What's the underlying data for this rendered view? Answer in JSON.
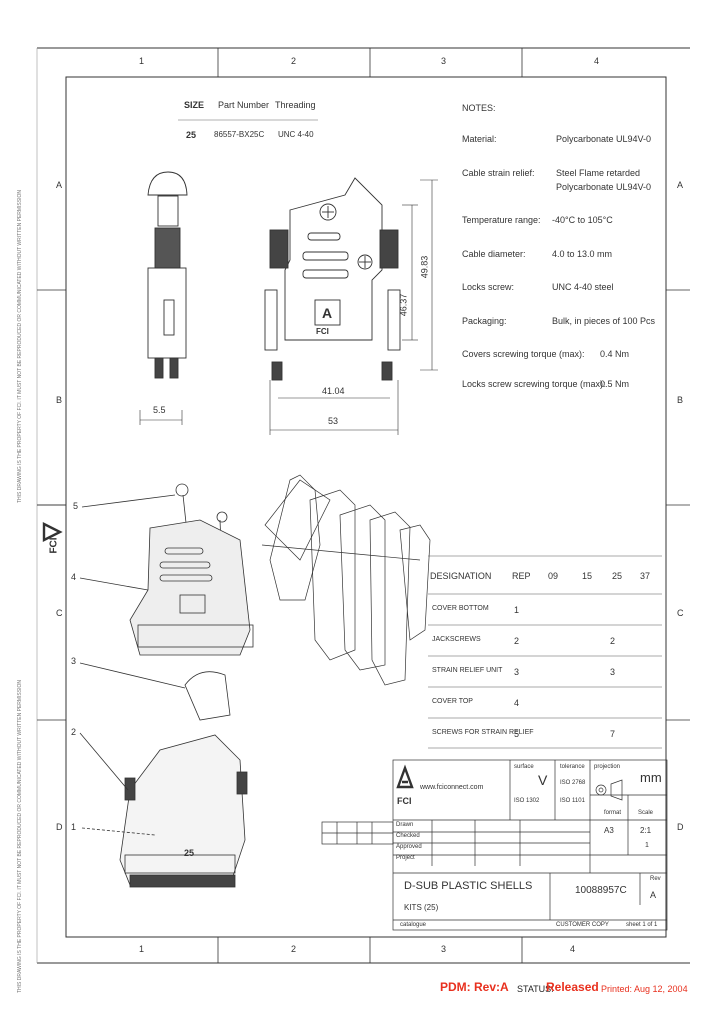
{
  "frame": {
    "columns_top": [
      "1",
      "2",
      "3",
      "4"
    ],
    "columns_bottom": [
      "1",
      "2",
      "3",
      "4"
    ],
    "rows_left": [
      "A",
      "B",
      "C",
      "D"
    ],
    "rows_right": [
      "A",
      "B",
      "C",
      "D"
    ]
  },
  "size_table": {
    "headers": [
      "SIZE",
      "Part Number",
      "Threading"
    ],
    "row": [
      "25",
      "86557-BX25C",
      "UNC 4-40"
    ]
  },
  "notes": {
    "title": "NOTES:",
    "items": [
      {
        "label": "Material:",
        "value": "Polycarbonate UL94V-0"
      },
      {
        "label": "Cable strain relief:",
        "value": "Steel Flame retarded"
      },
      {
        "label": "",
        "value": "Polycarbonate UL94V-0"
      },
      {
        "label": "Temperature range:",
        "value": "-40°C to 105°C"
      },
      {
        "label": "Cable diameter:",
        "value": "4.0 to 13.0 mm"
      },
      {
        "label": "Locks screw:",
        "value": "UNC 4-40 steel"
      },
      {
        "label": "Packaging:",
        "value": "Bulk, in pieces of 100 Pcs"
      },
      {
        "label": "Covers screwing torque (max):",
        "value": "0.4 Nm"
      },
      {
        "label": "Locks screw screwing torque (max):",
        "value": "0.5 Nm"
      }
    ]
  },
  "dimensions": {
    "d_55": "5.5",
    "d_4104": "41.04",
    "d_53": "53",
    "d_4637": "46.37",
    "d_4983": "49.83"
  },
  "logo": {
    "letter": "A",
    "name": "FCI"
  },
  "bom": {
    "headers": [
      "DESIGNATION",
      "REP",
      "09",
      "15",
      "25",
      "37"
    ],
    "rows": [
      [
        "COVER BOTTOM",
        "1",
        "",
        "",
        ""
      ],
      [
        "JACKSCREWS",
        "2",
        "",
        "2",
        ""
      ],
      [
        "STRAIN RELIEF UNIT",
        "3",
        "",
        "3",
        ""
      ],
      [
        "COVER TOP",
        "4",
        "",
        "",
        ""
      ],
      [
        "SCREWS FOR STRAIN RELIEF",
        "5",
        "",
        "7",
        ""
      ]
    ]
  },
  "balloons": [
    "5",
    "4",
    "3",
    "2",
    "1"
  ],
  "part_mark": "25",
  "title_block": {
    "website": "www.fciconnect.com",
    "surface_label": "surface",
    "tolerance_label": "tolerance",
    "projection_label": "projection",
    "unit": "mm",
    "format_label": "format",
    "format": "A3",
    "scale_label": "Scale",
    "scale": "2:1",
    "sheet": "1",
    "tol_values": [
      "ISO 1302",
      "ISO 2768",
      "ISO 1101"
    ],
    "surface_mark": "V",
    "roles": [
      "Drawn",
      "Checked",
      "Approved",
      "Project"
    ],
    "title": "D-SUB PLASTIC SHELLS",
    "subtitle": "KITS (25)",
    "doc_number": "10088957C",
    "rev_label": "Rev",
    "rev": "A",
    "catalogue": "catalogue",
    "customer_copy": "CUSTOMER COPY",
    "sheet_label": "sheet 1 of 1"
  },
  "side_text": "THIS DRAWING IS THE PROPERTY OF FCI. IT MUST NOT BE REPRODUCED OR COMMUNICATED WITHOUT WRITTEN PERMISSION",
  "footer": {
    "pdm": "PDM: Rev:A",
    "status_label": "STATUS:",
    "status": "Released",
    "printed": "Printed: Aug 12, 2004"
  },
  "colors": {
    "accent": "#e8301e",
    "line": "#333333"
  }
}
